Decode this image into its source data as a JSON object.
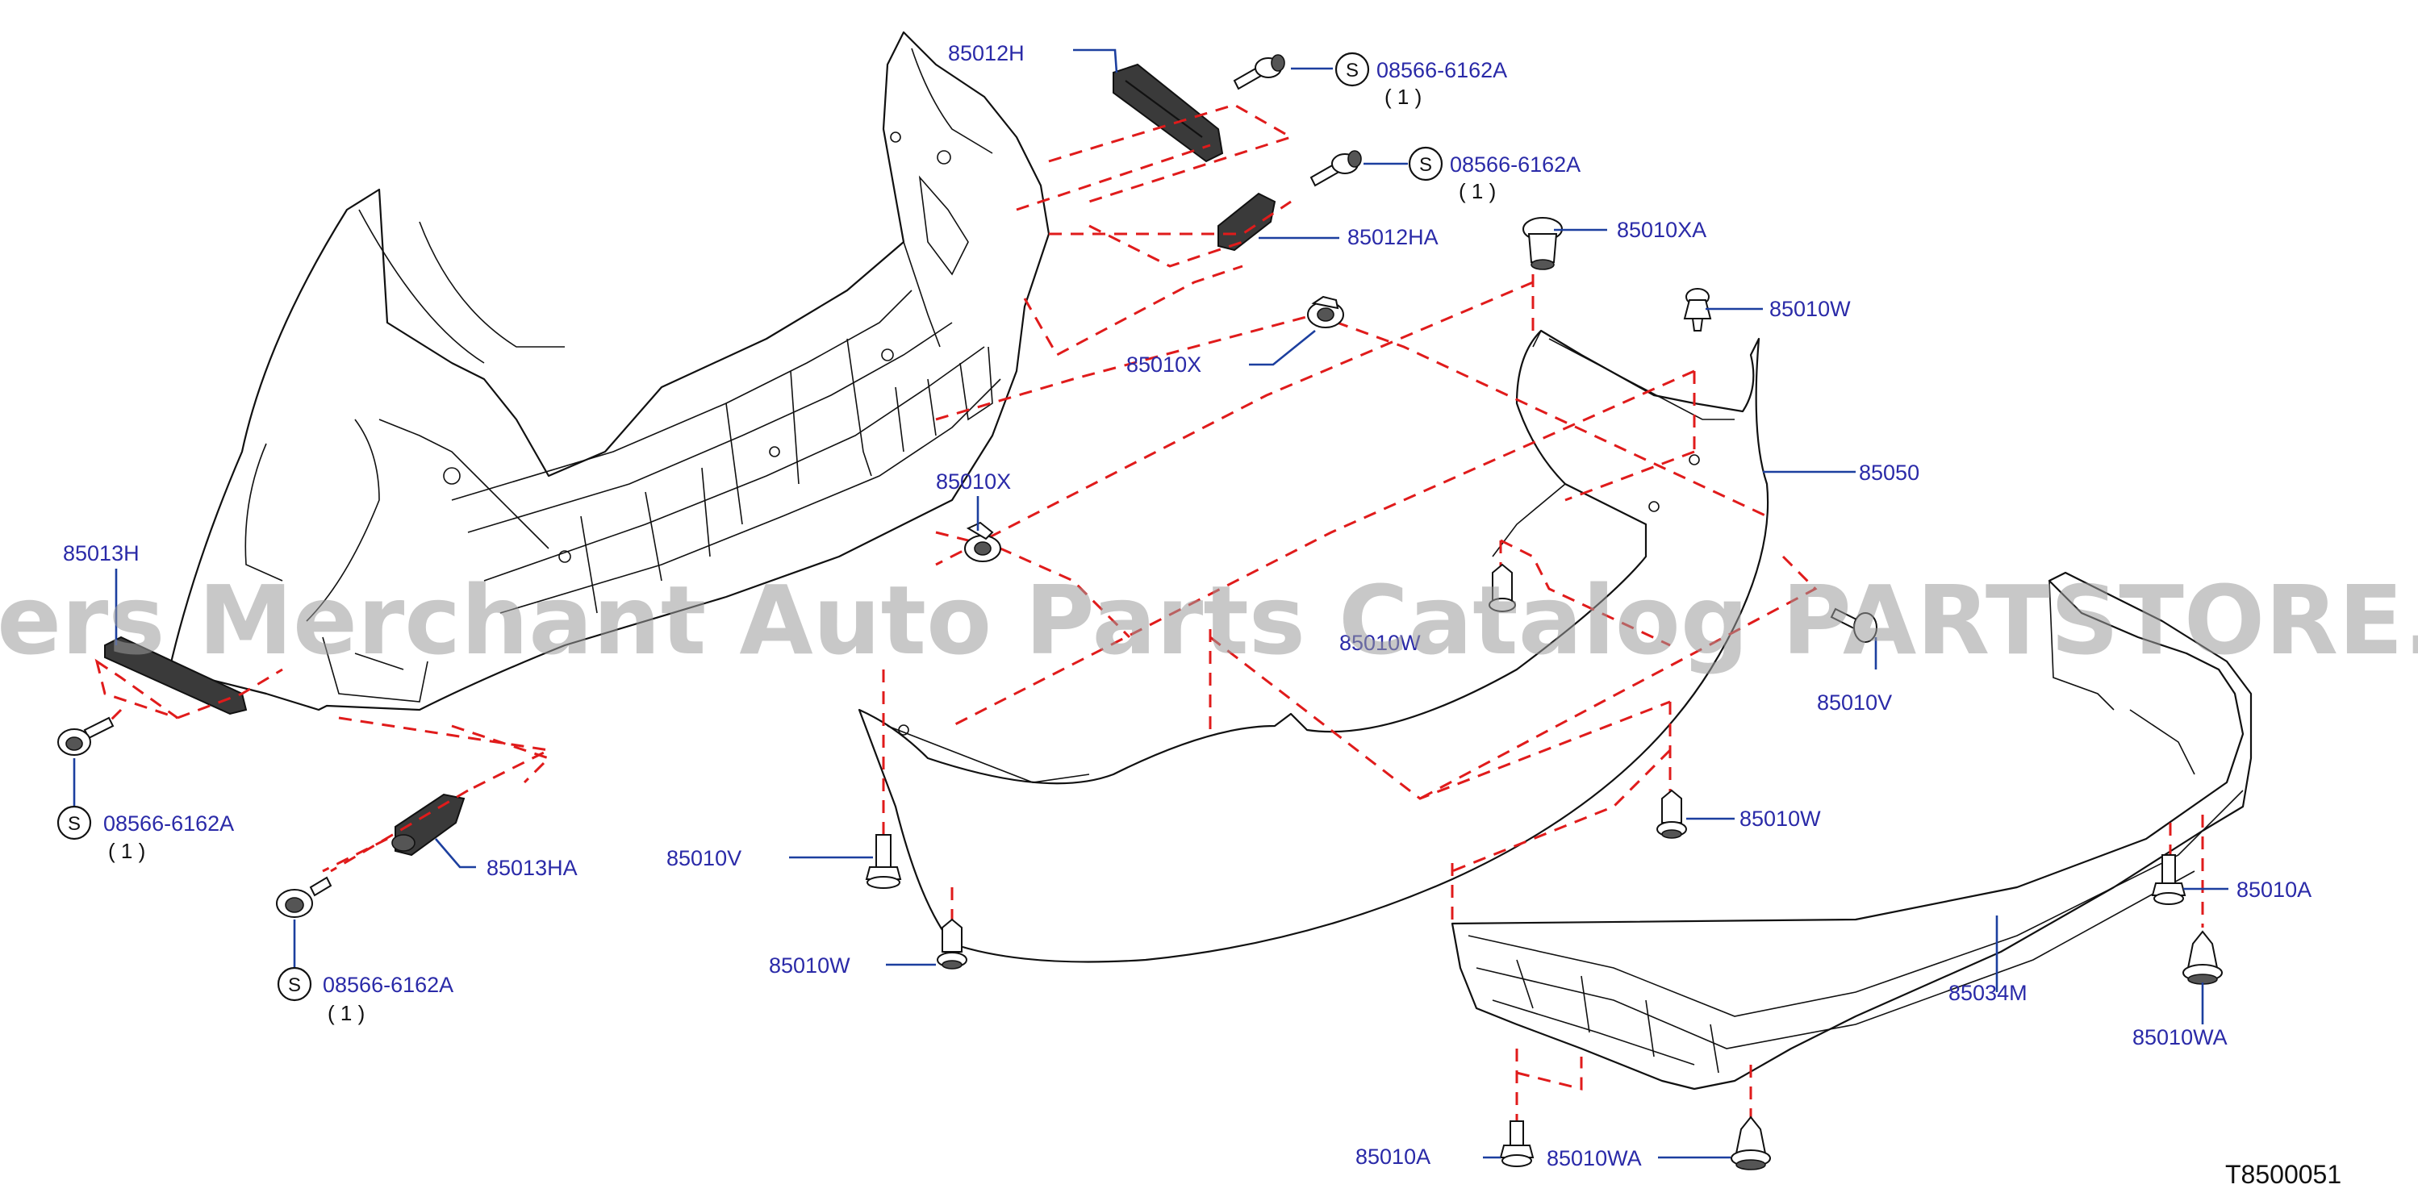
{
  "watermark": "Offers Merchant Auto Parts Catalog PARTSTORE.SA",
  "diagram_code": "T8500051",
  "screw_symbol": "S",
  "labels": [
    {
      "id": "85012H",
      "text": "85012H"
    },
    {
      "id": "08566a",
      "text": "08566-6162A",
      "qty": "( 1 )"
    },
    {
      "id": "08566b",
      "text": "08566-6162A",
      "qty": "( 1 )"
    },
    {
      "id": "85012HA",
      "text": "85012HA"
    },
    {
      "id": "85010XA",
      "text": "85010XA"
    },
    {
      "id": "85010W_top",
      "text": "85010W"
    },
    {
      "id": "85010X_top",
      "text": "85010X"
    },
    {
      "id": "85050",
      "text": "85050"
    },
    {
      "id": "85010X_mid",
      "text": "85010X"
    },
    {
      "id": "85013H",
      "text": "85013H"
    },
    {
      "id": "85010W_hidden",
      "text": "85010W"
    },
    {
      "id": "85010V_right",
      "text": "85010V"
    },
    {
      "id": "08566c",
      "text": "08566-6162A",
      "qty": "( 1 )"
    },
    {
      "id": "85013HA",
      "text": "85013HA"
    },
    {
      "id": "85010V_left",
      "text": "85010V"
    },
    {
      "id": "85010W_mid",
      "text": "85010W"
    },
    {
      "id": "85010A_right",
      "text": "85010A"
    },
    {
      "id": "08566d",
      "text": "08566-6162A",
      "qty": "( 1 )"
    },
    {
      "id": "85010W_bottom",
      "text": "85010W"
    },
    {
      "id": "85034M",
      "text": "85034M"
    },
    {
      "id": "85010WA_right",
      "text": "85010WA"
    },
    {
      "id": "85010A_bottom",
      "text": "85010A"
    },
    {
      "id": "85010WA_bottom",
      "text": "85010WA"
    }
  ],
  "colors": {
    "label": "#2a2aa8",
    "leader": "#1c3f9f",
    "dashed": "#e01b1b",
    "outline": "#111111"
  }
}
